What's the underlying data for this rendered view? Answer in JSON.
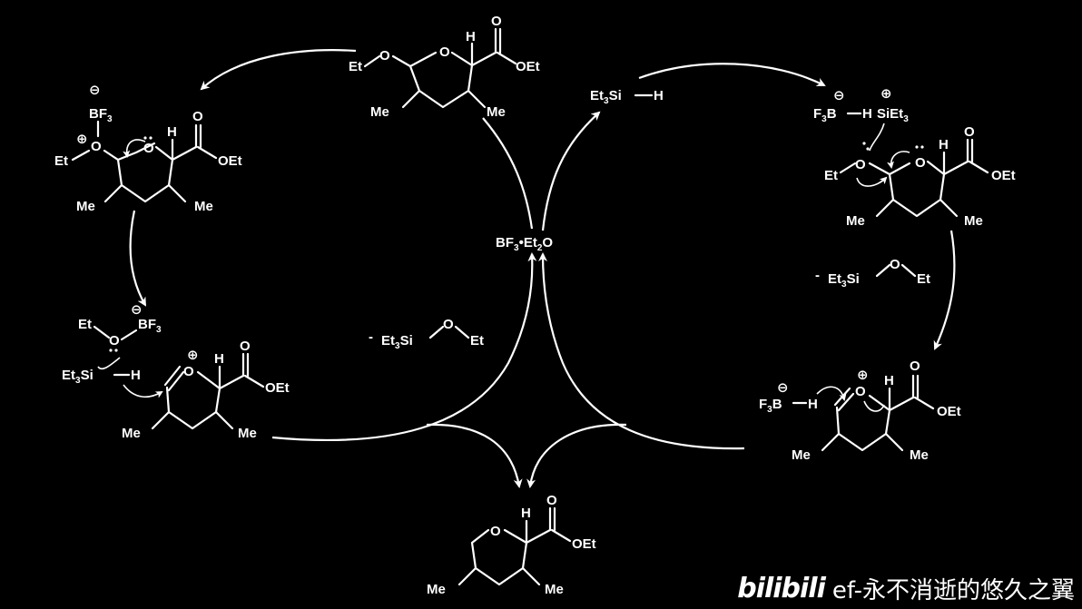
{
  "watermark": {
    "logo": "bilibili",
    "author": "ef-永不消逝的悠久之翼"
  },
  "labels": {
    "et": "Et",
    "me": "Me",
    "h": "H",
    "o": "O",
    "oet": "OEt",
    "plus": "⊕",
    "minus": "⊖",
    "bf3": "BF",
    "bf3_sub": "3",
    "f3b": "F",
    "f3b_sub": "3",
    "b": "B",
    "si_et3": "SiEt",
    "si_et3_sub": "3",
    "et3si": "Et",
    "et3si_sub": "3",
    "si": "Si",
    "catalyst": "BF",
    "catalyst_sub": "3",
    "catalyst_mid": "•Et",
    "catalyst_sub2": "2",
    "catalyst_end": "O",
    "dash_minus": "-"
  },
  "colors": {
    "background": "#000000",
    "foreground": "#ffffff"
  }
}
